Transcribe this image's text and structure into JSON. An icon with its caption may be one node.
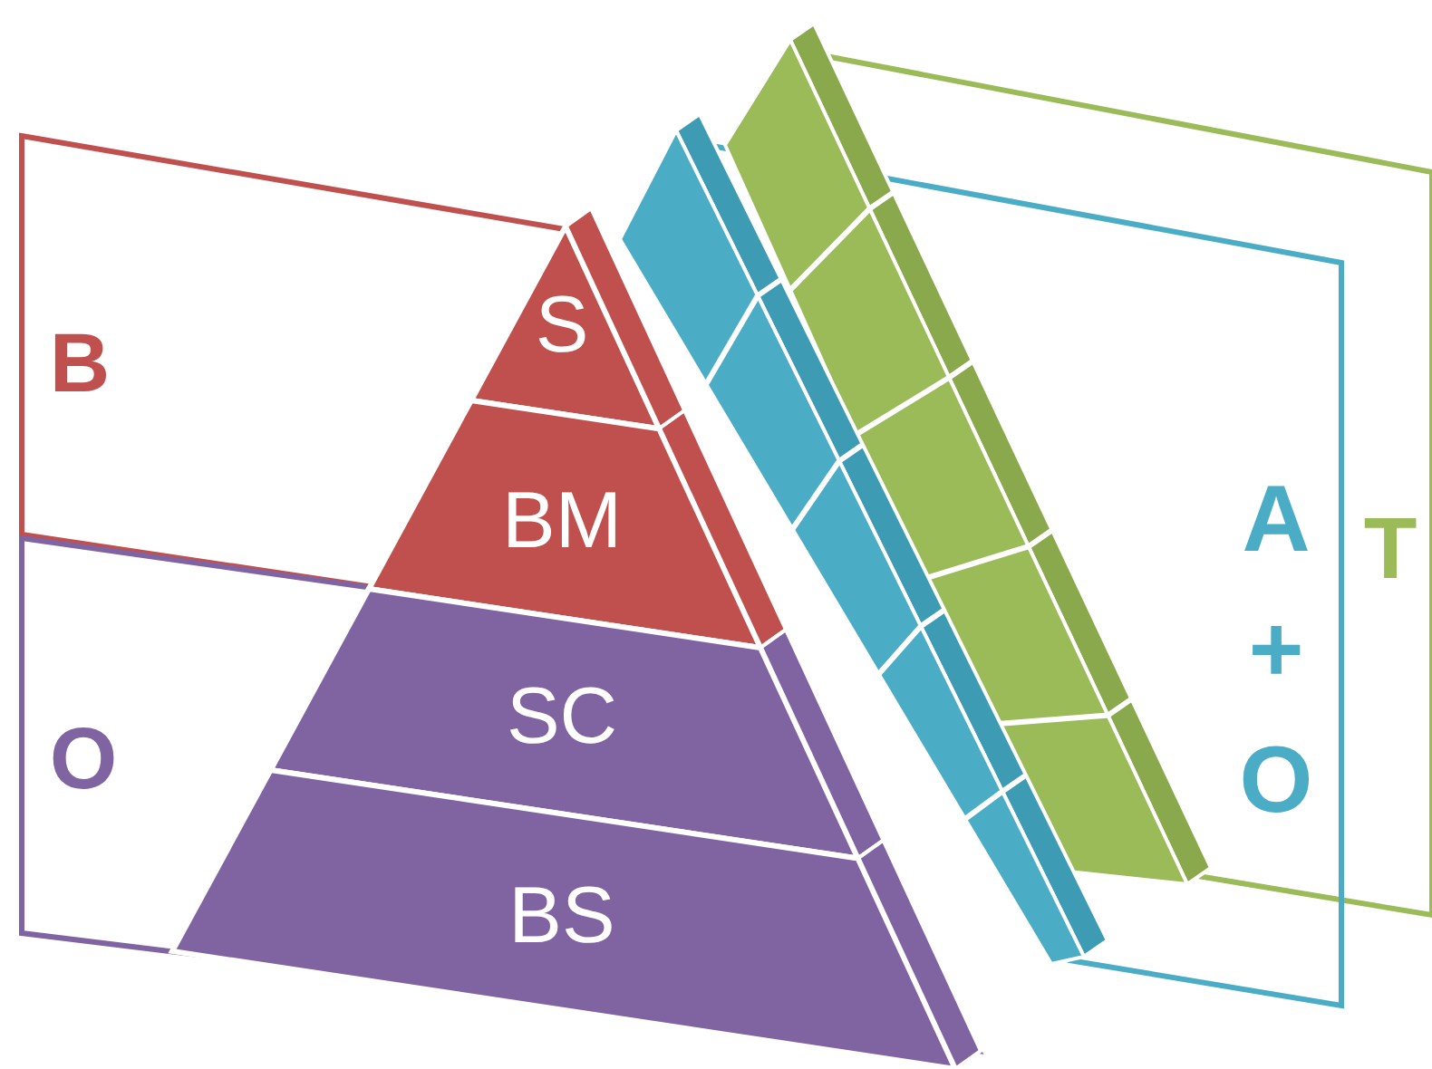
{
  "diagram": {
    "nodes": [
      {
        "text": [
          "B"
        ]
      },
      {
        "text": [
          "S"
        ]
      },
      {
        "text": [
          "BM"
        ]
      },
      {
        "text": [
          "O"
        ]
      },
      {
        "text": [
          "SC"
        ]
      },
      {
        "text": [
          "BS"
        ]
      },
      {
        "text": [
          "A + O"
        ]
      },
      {
        "text": [
          "T"
        ]
      }
    ]
  }
}
